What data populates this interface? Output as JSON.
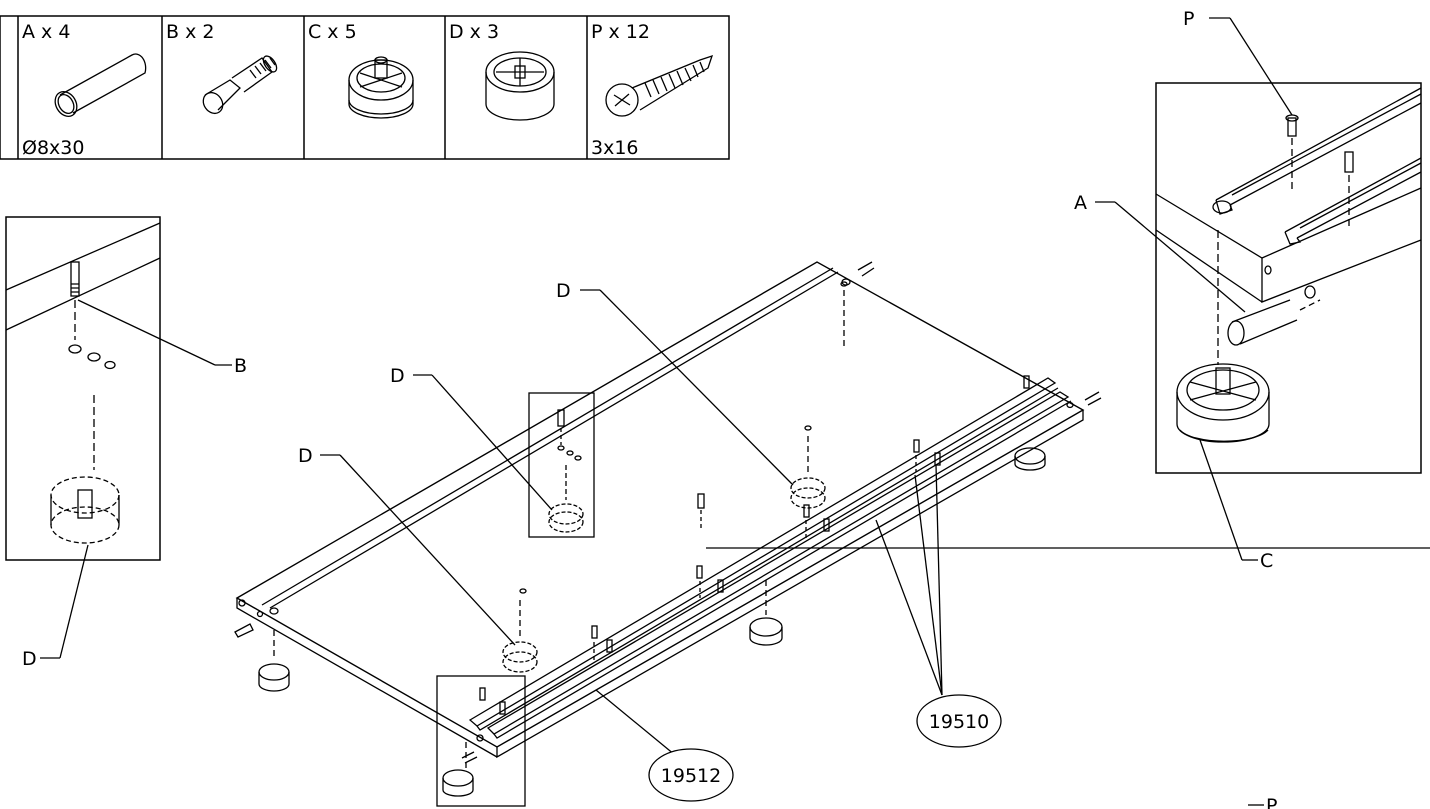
{
  "parts_table": [
    {
      "key": "A",
      "label": "A x 4",
      "spec": "Ø8x30",
      "icon": "dowel-icon"
    },
    {
      "key": "B",
      "label": "B x 2",
      "spec": "",
      "icon": "cam-bolt-icon"
    },
    {
      "key": "C",
      "label": "C x 5",
      "spec": "",
      "icon": "leveling-foot-icon"
    },
    {
      "key": "D",
      "label": "D x 3",
      "spec": "",
      "icon": "foot-cup-icon"
    },
    {
      "key": "P",
      "label": "P x 12",
      "spec": "3x16",
      "icon": "screw-icon"
    }
  ],
  "callouts": {
    "P_top": "P",
    "A": "A",
    "B": "B",
    "C": "C",
    "D_left_detail": "D",
    "D_1": "D",
    "D_2": "D",
    "D_3": "D",
    "P_bottom": "P"
  },
  "part_numbers": {
    "rails": "19510",
    "panel": "19512"
  }
}
